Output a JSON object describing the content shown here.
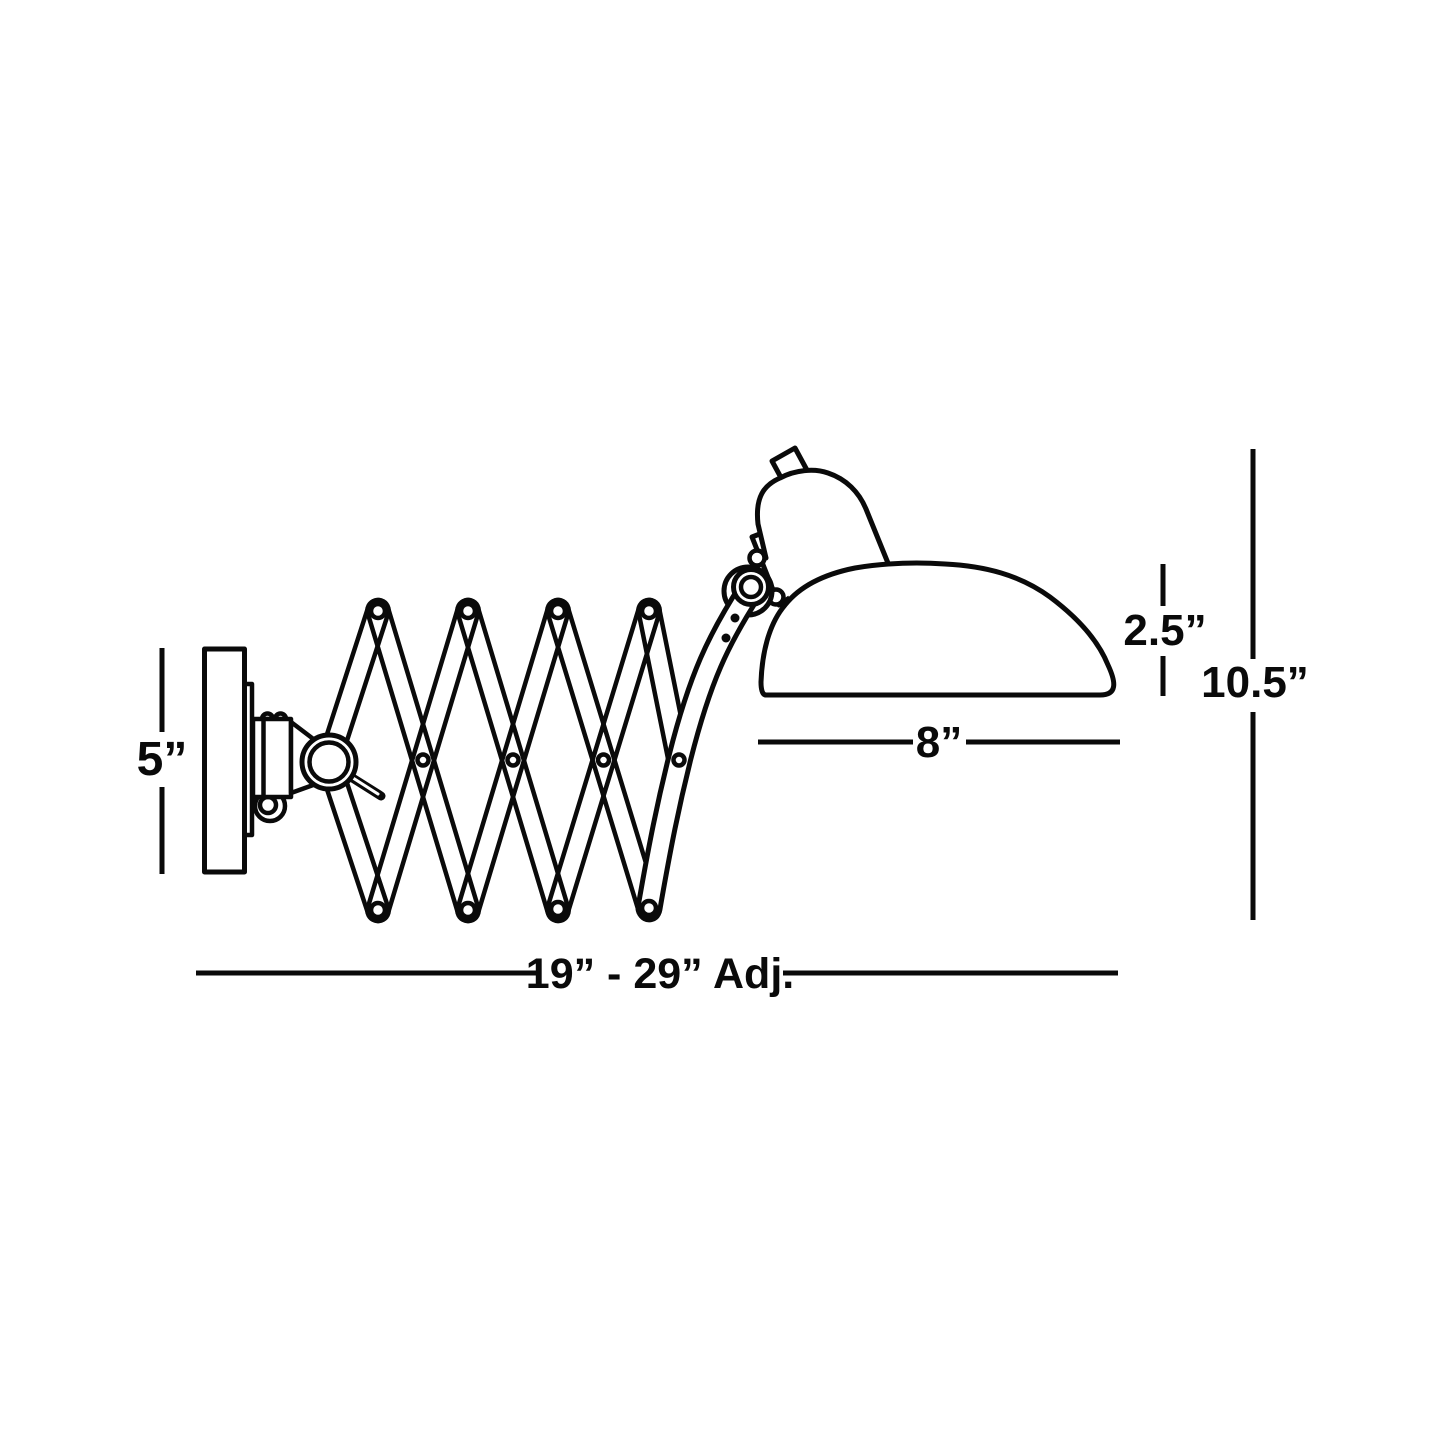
{
  "meta": {
    "background": "#ffffff",
    "ink": "#0a0a0a"
  },
  "diagram": {
    "dimensions": {
      "backplate_height": {
        "label": "5”",
        "inches": 5
      },
      "extension_range": {
        "label": "19” - 29” Adj.",
        "min_inches": 19,
        "max_inches": 29,
        "adjustable": true
      },
      "shade_width": {
        "label": "8”",
        "inches": 8
      },
      "shade_height": {
        "label": "2.5”",
        "inches": 2.5
      },
      "overall_height": {
        "label": "10.5”",
        "inches": 10.5
      }
    }
  }
}
